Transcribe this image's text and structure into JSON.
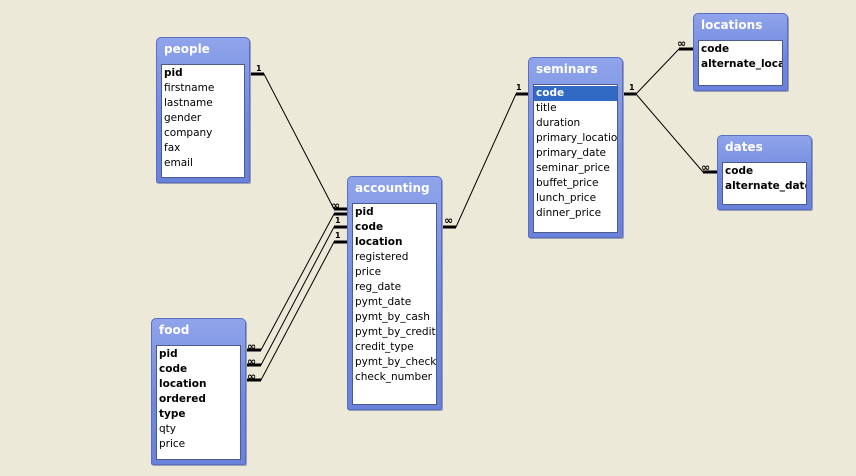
{
  "tables": [
    {
      "id": "people",
      "title": "people",
      "fields": [
        {
          "name": "pid",
          "key": true
        },
        {
          "name": "firstname"
        },
        {
          "name": "lastname"
        },
        {
          "name": "gender"
        },
        {
          "name": "company"
        },
        {
          "name": "fax"
        },
        {
          "name": "email"
        }
      ]
    },
    {
      "id": "accounting",
      "title": "accounting",
      "fields": [
        {
          "name": "pid",
          "key": true
        },
        {
          "name": "code",
          "key": true
        },
        {
          "name": "location",
          "key": true
        },
        {
          "name": "registered"
        },
        {
          "name": "price"
        },
        {
          "name": "reg_date"
        },
        {
          "name": "pymt_date"
        },
        {
          "name": "pymt_by_cash"
        },
        {
          "name": "pymt_by_credit"
        },
        {
          "name": "credit_type"
        },
        {
          "name": "pymt_by_check"
        },
        {
          "name": "check_number"
        }
      ]
    },
    {
      "id": "food",
      "title": "food",
      "fields": [
        {
          "name": "pid",
          "key": true
        },
        {
          "name": "code",
          "key": true
        },
        {
          "name": "location",
          "key": true
        },
        {
          "name": "ordered",
          "key": true
        },
        {
          "name": "type",
          "key": true
        },
        {
          "name": "qty"
        },
        {
          "name": "price"
        }
      ]
    },
    {
      "id": "seminars",
      "title": "seminars",
      "fields": [
        {
          "name": "code",
          "key": true,
          "selected": true
        },
        {
          "name": "title"
        },
        {
          "name": "duration"
        },
        {
          "name": "primary_location"
        },
        {
          "name": "primary_date"
        },
        {
          "name": "seminar_price"
        },
        {
          "name": "buffet_price"
        },
        {
          "name": "lunch_price"
        },
        {
          "name": "dinner_price"
        }
      ]
    },
    {
      "id": "locations",
      "title": "locations",
      "fields": [
        {
          "name": "code",
          "key": true
        },
        {
          "name": "alternate_location",
          "key": true
        }
      ]
    },
    {
      "id": "dates",
      "title": "dates",
      "fields": [
        {
          "name": "code",
          "key": true
        },
        {
          "name": "alternate_date",
          "key": true
        }
      ]
    }
  ],
  "markers": {
    "one": "1",
    "many": "∞"
  },
  "colors": {
    "background": "#ece9d8",
    "table_header": "#7b90e0",
    "selection": "#316ac5"
  }
}
